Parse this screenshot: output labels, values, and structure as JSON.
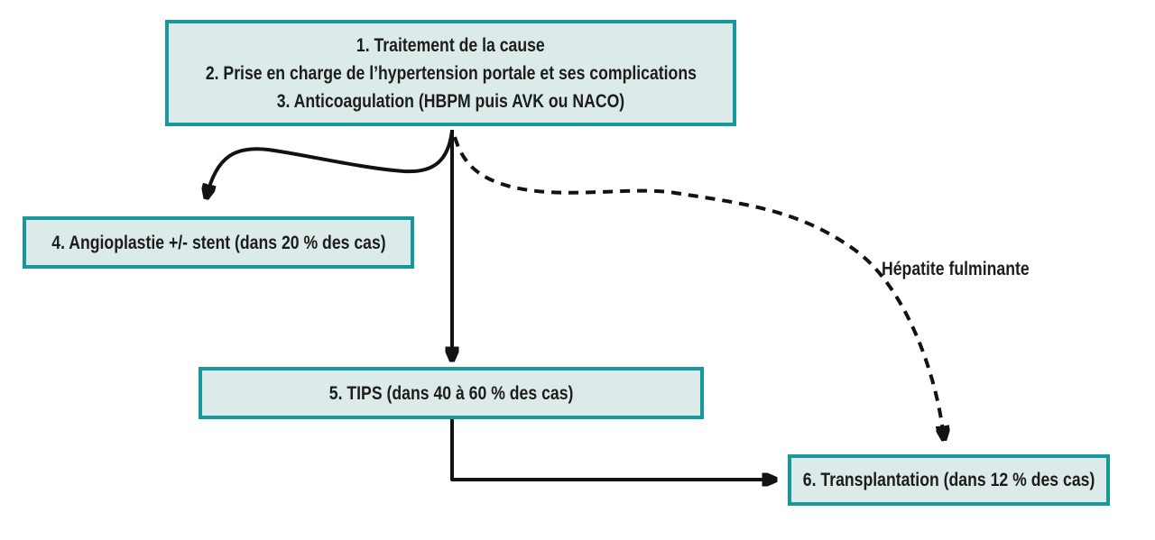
{
  "diagram": {
    "title_semantic": "Algorithme de prise en charge (flowchart)",
    "boxes": [
      {
        "id": "treatment-steps",
        "lines": [
          "1. Traitement de la cause",
          "2. Prise en charge de l’hypertension portale et ses complications",
          "3. Anticoagulation (HBPM puis AVK ou NACO)"
        ]
      },
      {
        "id": "angioplastie",
        "lines": [
          "4. Angioplastie +/- stent (dans 20 % des cas)"
        ]
      },
      {
        "id": "tips",
        "lines": [
          "5. TIPS (dans 40 à 60 % des cas)"
        ]
      },
      {
        "id": "transplantation",
        "lines": [
          "6. Transplantation (dans 12 % des cas)"
        ]
      }
    ],
    "labels": [
      {
        "id": "hepatite-fulminante",
        "text": "Hépatite fulminante"
      }
    ],
    "edges": [
      {
        "from": "treatment-steps",
        "to": "angioplastie",
        "style": "solid-curved"
      },
      {
        "from": "treatment-steps",
        "to": "tips",
        "style": "solid-straight"
      },
      {
        "from": "treatment-steps",
        "to": "transplantation",
        "style": "dashed-curved",
        "label": "Hépatite fulminante"
      },
      {
        "from": "tips",
        "to": "transplantation",
        "style": "solid-elbow"
      }
    ],
    "colors": {
      "box_fill": "#dcebe9",
      "box_border": "#17989b",
      "arrow": "#121212",
      "text": "#1d1d1b",
      "background": "#ffffff"
    }
  }
}
